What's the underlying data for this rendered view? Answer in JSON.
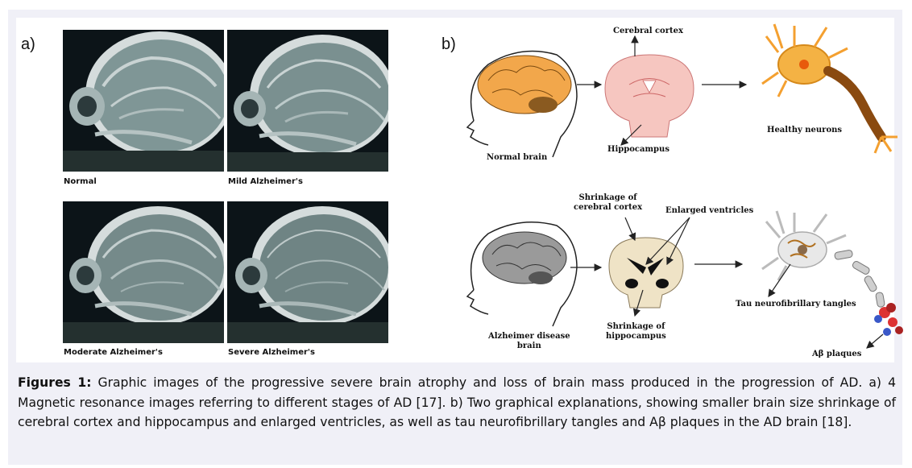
{
  "panel_a": {
    "label": "a)",
    "images": [
      {
        "caption": "Normal"
      },
      {
        "caption": "Mild Alzheimer's"
      },
      {
        "caption": "Moderate Alzheimer's"
      },
      {
        "caption": "Severe Alzheimer's"
      }
    ]
  },
  "panel_b": {
    "label": "b)",
    "normal": {
      "cerebral_cortex": "Cerebral cortex",
      "brain": "Normal brain",
      "hippocampus": "Hippocampus",
      "neurons": "Healthy neurons"
    },
    "alzheimer": {
      "shrink_cortex_1": "Shrinkage of",
      "shrink_cortex_2": "cerebral cortex",
      "enlarged": "Enlarged ventricles",
      "brain_1": "Alzheimer disease",
      "brain_2": "brain",
      "shrink_hippo_1": "Shrinkage of",
      "shrink_hippo_2": "hippocampus",
      "tau": "Tau neurofibrillary tangles",
      "plaques": "Aβ plaques"
    },
    "colors": {
      "healthy": "#f2a74b",
      "cortex_pink": "#f6c6c0",
      "alz_gray": "#9a9a9a",
      "alz_tan": "#efe3c6"
    }
  },
  "caption": {
    "lead": "Figures 1:",
    "text": " Graphic images of the progressive severe brain atrophy and loss of brain mass produced in the progression of AD. a) 4 Magnetic resonance images referring to different stages of AD [17]. b) Two graphical explanations, showing smaller brain size shrinkage of cerebral cortex and hippocampus and enlarged ventricles, as well as tau neurofibrillary tangles and Aβ plaques in the AD brain [18]."
  }
}
